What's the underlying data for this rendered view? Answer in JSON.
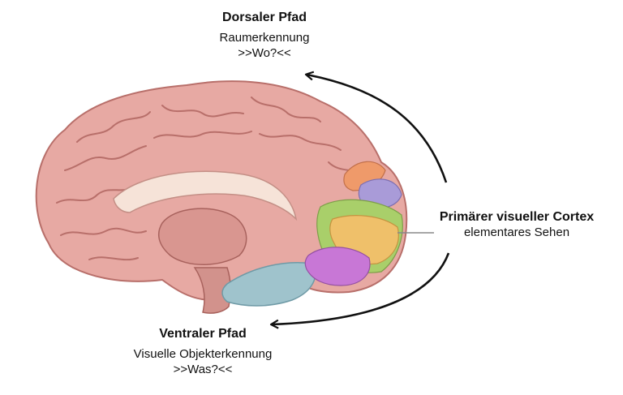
{
  "dorsal": {
    "title": "Dorsaler Pfad",
    "line1": "Raumerkennung",
    "line2": ">>Wo?<<"
  },
  "ventral": {
    "title": "Ventraler Pfad",
    "line1": "Visuelle Objekterkennung",
    "line2": ">>Was?<<"
  },
  "primary": {
    "title": "Primärer visueller Cortex",
    "line1": "elementares Sehen"
  },
  "colors": {
    "cortex": "#e7a9a3",
    "cortex_dark": "#b86f6a",
    "region_orange": "#ef9a6a",
    "region_lavender": "#a99bd8",
    "region_green": "#a9cf6a",
    "region_yellow": "#efc06a",
    "region_magenta": "#c877d6",
    "region_blue": "#9fc3cc"
  }
}
